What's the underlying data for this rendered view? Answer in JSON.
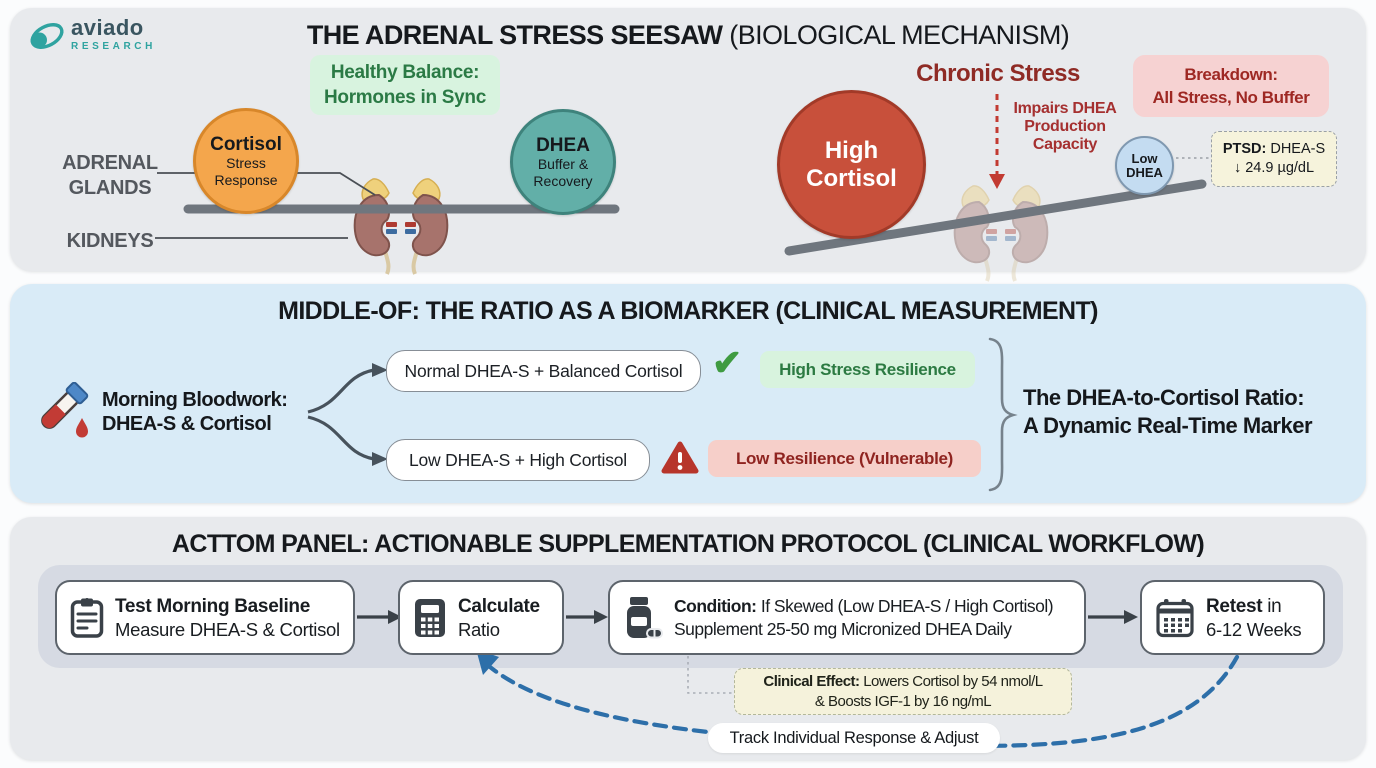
{
  "colors": {
    "panel_grey": "#E8EAED",
    "panel_blue": "#D9EBF7",
    "brand_teal": "#2FA3A0",
    "healthy_green_bg": "#D8F3DF",
    "healthy_green_text": "#2B7A45",
    "cortisol_orange": "#F4A64C",
    "dhea_teal": "#62AFA8",
    "high_cortisol_red": "#C8503B",
    "low_dhea_blue": "#C4DCF1",
    "chronic_stress_red": "#8F2B25",
    "breakdown_pink_bg": "#F6D2D2",
    "note_yellow_bg": "#F5F2DB",
    "seesaw_grey": "#6F767E",
    "feedback_blue": "#2D6FA9",
    "resilience_green_text": "#2C7A42",
    "vulnerable_red_text": "#8F2420",
    "vulnerable_pink_bg": "#F6CFC9",
    "icon_slate": "#3A4148"
  },
  "icons": {
    "logo": "aviado-orbit-icon",
    "blood_sample": "test-tube-with-drop-icon",
    "healthy_outcome": "green-check-icon",
    "risk_outcome": "red-warning-triangle-icon",
    "step1": "clipboard-icon",
    "step2": "calculator-icon",
    "step3": "pill-bottle-icon",
    "step4": "calendar-icon",
    "anatomy": "kidneys-with-adrenal-glands-illustration"
  },
  "logo": {
    "name": "aviado",
    "sub": "RESEARCH"
  },
  "top": {
    "title_bold": "THE ADRENAL STRESS SEESAW",
    "title_rest": " (BIOLOGICAL MECHANISM)",
    "healthy_line1": "Healthy Balance:",
    "healthy_line2": "Hormones in Sync",
    "adrenal_line1": "ADRENAL",
    "adrenal_line2": "GLANDS",
    "kidneys_label": "KIDNEYS",
    "cortisol_title": "Cortisol",
    "cortisol_line1": "Stress",
    "cortisol_line2": "Response",
    "dhea_title": "DHEA",
    "dhea_line1": "Buffer &",
    "dhea_line2": "Recovery",
    "chronic_stress": "Chronic Stress",
    "impairs_line1": "Impairs DHEA",
    "impairs_line2": "Production",
    "impairs_line3": "Capacity",
    "high_line1": "High",
    "high_line2": "Cortisol",
    "low_line1": "Low",
    "low_line2": "DHEA",
    "breakdown_line1": "Breakdown:",
    "breakdown_line2": "All Stress, No Buffer",
    "ptsd_bold": "PTSD:",
    "ptsd_rest": " DHEA-S",
    "ptsd_line2": "↓ 24.9 µg/dL"
  },
  "middle": {
    "title": "MIDDLE-OF: THE RATIO AS A BIOMARKER (CLINICAL MEASUREMENT)",
    "bloodwork_line1": "Morning Bloodwork:",
    "bloodwork_line2": "DHEA-S & Cortisol",
    "outcome_good": "Normal DHEA-S + Balanced Cortisol",
    "outcome_bad": "Low DHEA-S + High Cortisol",
    "good_badge": "High Stress Resilience",
    "bad_badge": "Low Resilience (Vulnerable)",
    "check_glyph": "✔",
    "ratio_line1": "The DHEA-to-Cortisol Ratio:",
    "ratio_line2": "A Dynamic Real-Time Marker"
  },
  "bottom": {
    "title": "ACTTOM PANEL: ACTIONABLE SUPPLEMENTATION PROTOCOL (CLINICAL WORKFLOW)",
    "step1_bold": "Test Morning Baseline",
    "step1_sub": "Measure DHEA-S & Cortisol",
    "step2_bold": "Calculate",
    "step2_sub": "Ratio",
    "step3_bold": "Condition:",
    "step3_rest": " If Skewed (Low DHEA-S / High Cortisol)",
    "step3_line2": "Supplement 25-50 mg Micronized DHEA Daily",
    "step4_bold": "Retest",
    "step4_rest": " in",
    "step4_line2": "6-12 Weeks",
    "effect_bold": "Clinical Effect:",
    "effect_rest": " Lowers Cortisol by 54 nmol/L",
    "effect_line2": "& Boosts IGF-1 by 16 ng/mL",
    "track_label": "Track Individual Response & Adjust"
  }
}
